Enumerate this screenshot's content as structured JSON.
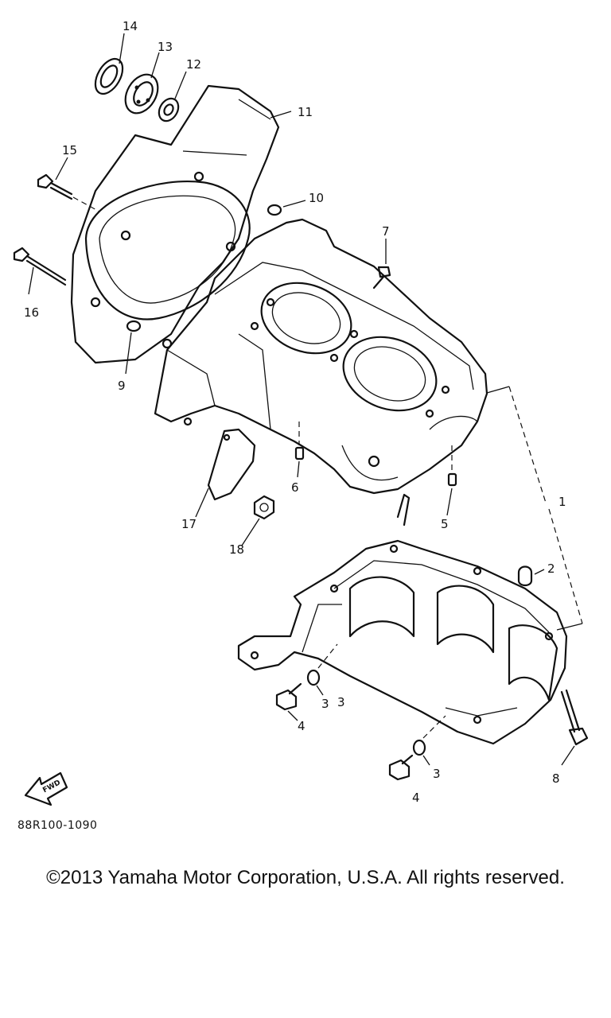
{
  "diagram": {
    "callouts": [
      "14",
      "13",
      "12",
      "11",
      "15",
      "10",
      "7",
      "16",
      "9",
      "6",
      "17",
      "18",
      "5",
      "1",
      "2",
      "3",
      "3",
      "3",
      "4",
      "4",
      "8"
    ],
    "fwd_label": "FWD",
    "drawing_code": "88R100-1090"
  },
  "footer": {
    "copyright": "©2013 Yamaha Motor Corporation, U.S.A. All rights reserved."
  }
}
